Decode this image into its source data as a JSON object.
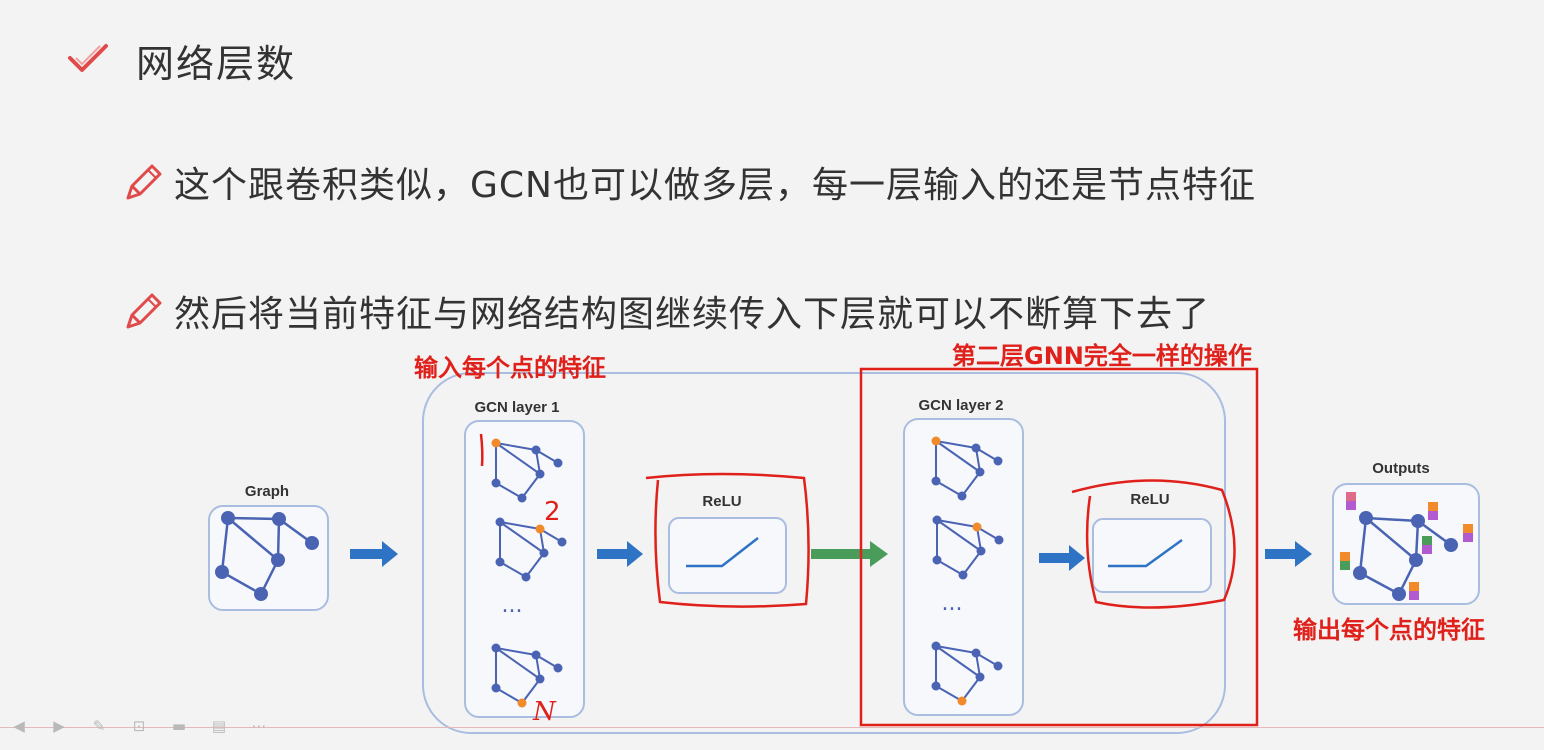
{
  "slide": {
    "title": "网络层数",
    "bullets": [
      "这个跟卷积类似，GCN也可以做多层，每一层输入的还是节点特征",
      "然后将当前特征与网络结构图继续传入下层就可以不断算下去了"
    ]
  },
  "annotations": {
    "note_input": "输入每个点的特征",
    "note_layer2": "第二层GNN完全一样的操作",
    "note_output": "输出每个点的特征",
    "handwritten_1": "1",
    "handwritten_2": "2",
    "handwritten_n": "N"
  },
  "diagram": {
    "graph_label": "Graph",
    "layer1_label": "GCN layer 1",
    "relu1_label": "ReLU",
    "layer2_label": "GCN layer 2",
    "relu2_label": "ReLU",
    "outputs_label": "Outputs",
    "ellipsis": "..."
  },
  "colors": {
    "node": "#4a63b3",
    "highlight_node": "#f08a2a",
    "arrow": "#2e73c4",
    "green_arrow": "#4a9c5a",
    "annotation_red": "#e0201a",
    "panel_border": "#a9bde0"
  },
  "toolbar": {
    "icons": [
      "prev-icon",
      "next-icon",
      "pen-icon",
      "screenshot-icon",
      "camera-icon",
      "subtitle-icon",
      "menu-icon"
    ]
  }
}
